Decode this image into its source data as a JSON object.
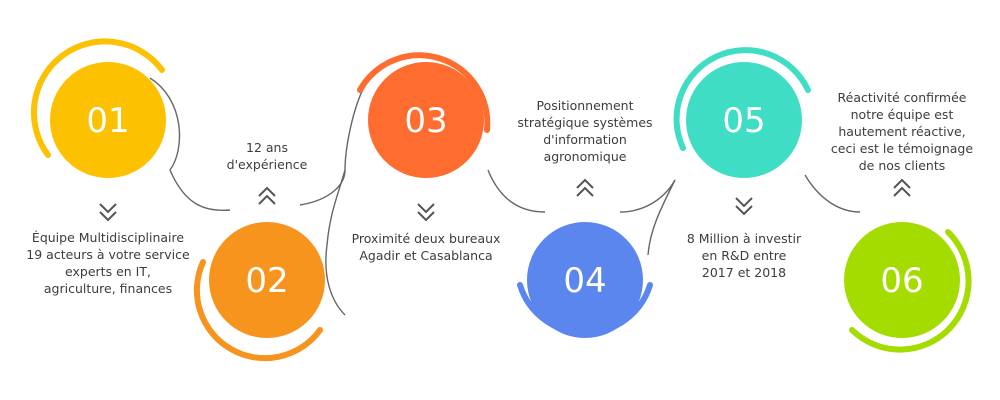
{
  "steps": [
    {
      "number": "01",
      "color": "#FCC100",
      "lines": [
        "Équipe Multidisciplinaire",
        "19 acteurs à votre service",
        "experts en IT,",
        "agriculture, finances"
      ]
    },
    {
      "number": "02",
      "color": "#F7941D",
      "lines": [
        "12 ans",
        "d'expérience"
      ]
    },
    {
      "number": "03",
      "color": "#FF6C2F",
      "lines": [
        "Proximité deux bureaux",
        "Agadir et Casablanca"
      ]
    },
    {
      "number": "04",
      "color": "#5B86EE",
      "lines": [
        "Positionnement",
        "stratégique systèmes",
        "d'information",
        "agronomique"
      ]
    },
    {
      "number": "05",
      "color": "#3FDDC4",
      "lines": [
        "8 Million à investir",
        "en R&D entre",
        "2017 et 2018"
      ]
    },
    {
      "number": "06",
      "color": "#A5DC00",
      "lines": [
        "Réactivité confirmée",
        "notre équipe est",
        "hautement réactive,",
        "ceci est le témoignage",
        "de nos clients"
      ]
    }
  ],
  "colors": {
    "connector": "#666666",
    "chevron": "#555555",
    "text": "#3d3d3d"
  }
}
